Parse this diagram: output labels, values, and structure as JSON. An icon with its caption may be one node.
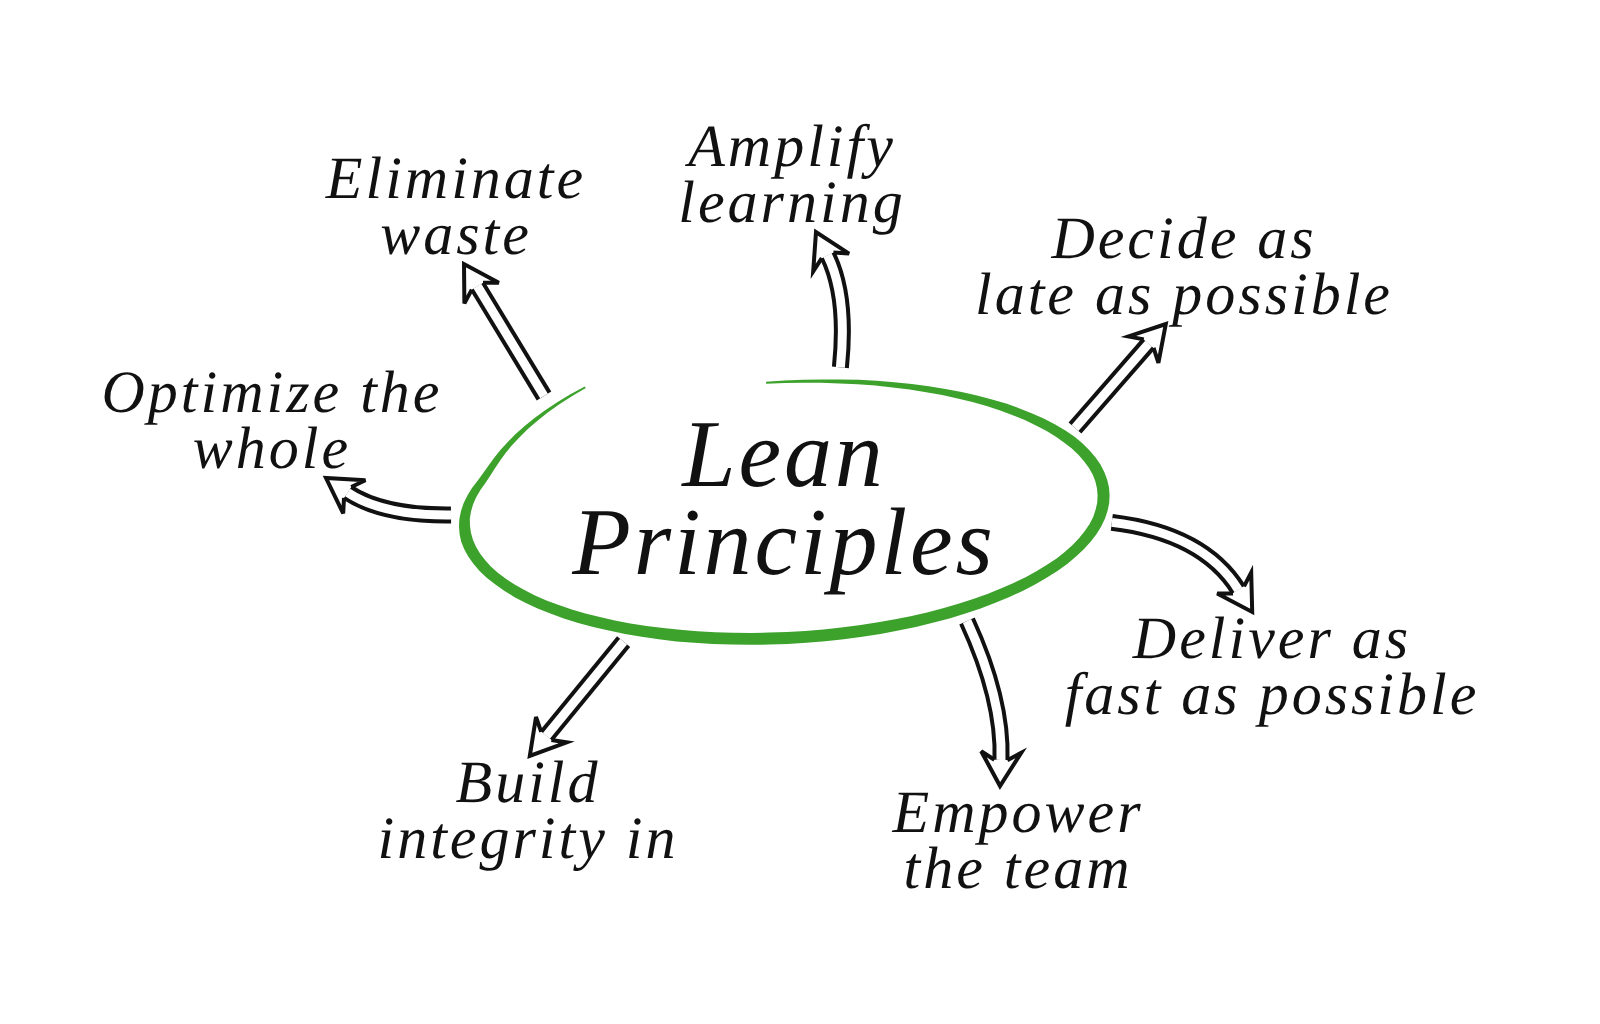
{
  "diagram": {
    "nodes": [
      {
        "text": [
          "Lean Principles"
        ]
      },
      {
        "text": [
          "Eliminate waste"
        ]
      },
      {
        "text": [
          "Amplify learning"
        ]
      },
      {
        "text": [
          "Decide as late as possible"
        ]
      },
      {
        "text": [
          "Deliver as fast as possible"
        ]
      },
      {
        "text": [
          "Empower the team"
        ]
      },
      {
        "text": [
          "Build integrity in"
        ]
      },
      {
        "text": [
          "Optimize the whole"
        ]
      }
    ],
    "edges": [
      {
        "from": 0,
        "to": 1,
        "arrow": "to"
      },
      {
        "from": 0,
        "to": 2,
        "arrow": "to"
      },
      {
        "from": 0,
        "to": 3,
        "arrow": "to"
      },
      {
        "from": 0,
        "to": 4,
        "arrow": "to"
      },
      {
        "from": 0,
        "to": 5,
        "arrow": "to"
      },
      {
        "from": 0,
        "to": 6,
        "arrow": "to"
      },
      {
        "from": 0,
        "to": 7,
        "arrow": "to"
      }
    ]
  }
}
